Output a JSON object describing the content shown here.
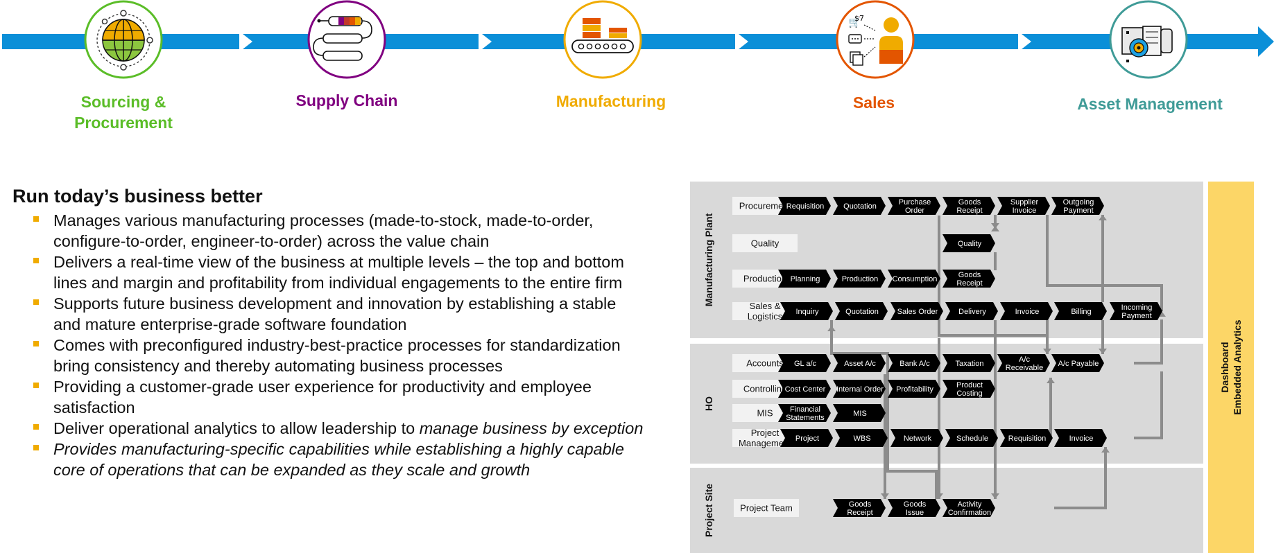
{
  "colors": {
    "arrow_blue": "#0b8fd8",
    "sourcing": "#5bbd28",
    "supply_chain": "#800080",
    "manufacturing": "#f0ab00",
    "sales": "#e35500",
    "asset": "#3f9b97",
    "embedded": "#fcd667"
  },
  "stages": [
    {
      "label": "Sourcing &\nProcurement",
      "icon": "globe-icon"
    },
    {
      "label": "Supply Chain",
      "icon": "process-flow-icon"
    },
    {
      "label": "Manufacturing",
      "icon": "conveyor-belt-icon"
    },
    {
      "label": "Sales",
      "icon": "salesperson-icon"
    },
    {
      "label": "Asset Management",
      "icon": "gear-motor-icon"
    }
  ],
  "left": {
    "title": "Run today’s business better",
    "bullets": [
      {
        "text": "Manages various manufacturing processes (made-to-stock, made-to-order, configure-to-order, engineer-to-order) across the value chain"
      },
      {
        "text": "Delivers a real-time view of the business at multiple levels – the top and bottom lines and margin and profitability from individual engagements to the entire firm"
      },
      {
        "text": "Supports future business development and innovation by establishing a stable and mature enterprise-grade software foundation"
      },
      {
        "text": "Comes with preconfigured industry-best-practice processes for standardization bring consistency and thereby automating business processes"
      },
      {
        "text": "Providing a customer-grade user experience for productivity and employee satisfaction"
      },
      {
        "text": "Deliver operational analytics to allow leadership to ",
        "em": "manage business by exception"
      },
      {
        "text": "Provides manufacturing-specific capabilities while establishing a highly capable core of operations that can be expanded as they scale and growth",
        "italic": true
      }
    ]
  },
  "diagram": {
    "sections": [
      "Manufacturing Plant",
      "HO",
      "Project Site"
    ],
    "side_panel": "Dashboard\nEmbedded Analytics",
    "rows": [
      {
        "label": "Procurement",
        "steps": [
          "Requisition",
          "Quotation",
          "Purchase\nOrder",
          "Goods\nReceipt",
          "Supplier\nInvoice",
          "Outgoing\nPayment"
        ]
      },
      {
        "label": "Quality",
        "steps": [
          "Quality"
        ]
      },
      {
        "label": "Production",
        "steps": [
          "Planning",
          "Production",
          "Consumption",
          "Goods\nReceipt"
        ]
      },
      {
        "label": "Sales &\nLogistics",
        "steps": [
          "Inquiry",
          "Quotation",
          "Sales Order",
          "Delivery",
          "Invoice",
          "Billing",
          "Incoming\nPayment"
        ]
      },
      {
        "label": "Accounts",
        "steps": [
          "GL a/c",
          "Asset A/c",
          "Bank A/c",
          "Taxation",
          "A/c\nReceivable",
          "A/c Payable"
        ]
      },
      {
        "label": "Controlling",
        "steps": [
          "Cost Center",
          "Internal Order",
          "Profitability",
          "Product\nCosting"
        ]
      },
      {
        "label": "MIS",
        "steps": [
          "Financial\nStatements",
          "MIS"
        ]
      },
      {
        "label": "Project\nManagement",
        "steps": [
          "Project",
          "WBS",
          "Network",
          "Schedule",
          "Requisition",
          "Invoice"
        ]
      },
      {
        "label": "Project Team",
        "steps": [
          "Goods\nReceipt",
          "Goods\nIssue",
          "Activity\nConfirmation"
        ]
      }
    ]
  }
}
